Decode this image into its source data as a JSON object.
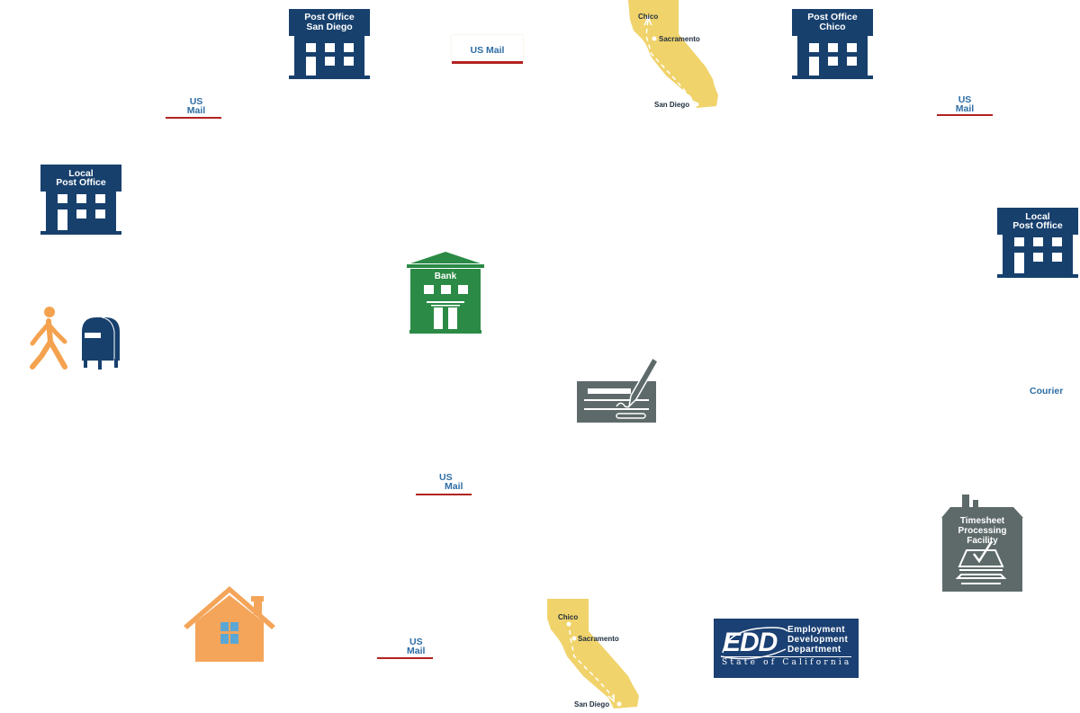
{
  "colors": {
    "post_office": "#17406d",
    "bank": "#2b8a45",
    "check": "#5e6a6a",
    "facility": "#5e6a6a",
    "person": "#f4a24f",
    "house": "#f4a55a",
    "window": "#5aa7d6",
    "map": "#f0d36b",
    "mail_text": "#2e6da4",
    "mail_underline": "#b22222",
    "edd_bg": "#1b4073"
  },
  "nodes": {
    "post_office_san_diego": {
      "line1": "Post Office",
      "line2": "San Diego"
    },
    "post_office_chico": {
      "line1": "Post Office",
      "line2": "Chico"
    },
    "local_post_office_left": {
      "line1": "Local",
      "line2": "Post Office"
    },
    "local_post_office_right": {
      "line1": "Local",
      "line2": "Post Office"
    },
    "bank": {
      "label": "Bank"
    },
    "facility": {
      "line1": "Timesheet",
      "line2": "Processing",
      "line3": "Facility"
    },
    "courier": {
      "label": "Courier"
    },
    "edd": {
      "logo": "EDD",
      "line1": "Employment",
      "line2": "Development",
      "line3": "Department",
      "state": "State of California"
    }
  },
  "maps": {
    "top": {
      "chico": "Chico",
      "sacramento": "Sacramento",
      "san_diego": "San Diego",
      "direction": "San Diego to Chico"
    },
    "bottom": {
      "chico": "Chico",
      "sacramento": "Sacramento",
      "san_diego": "San Diego",
      "direction": "Chico to San Diego"
    }
  },
  "mail_labels": {
    "top_center": "US Mail",
    "top_left": {
      "line1": "US",
      "line2": "Mail"
    },
    "top_right": {
      "line1": "US",
      "line2": "Mail"
    },
    "middle": {
      "line1": "US",
      "line2": "Mail"
    },
    "bottom": {
      "line1": "US",
      "line2": "Mail"
    }
  },
  "icons": {
    "walking_person": "walking-person-icon",
    "mailbox": "mailbox-icon",
    "house": "house-icon",
    "check": "signed-check-icon",
    "bank": "bank-icon"
  }
}
